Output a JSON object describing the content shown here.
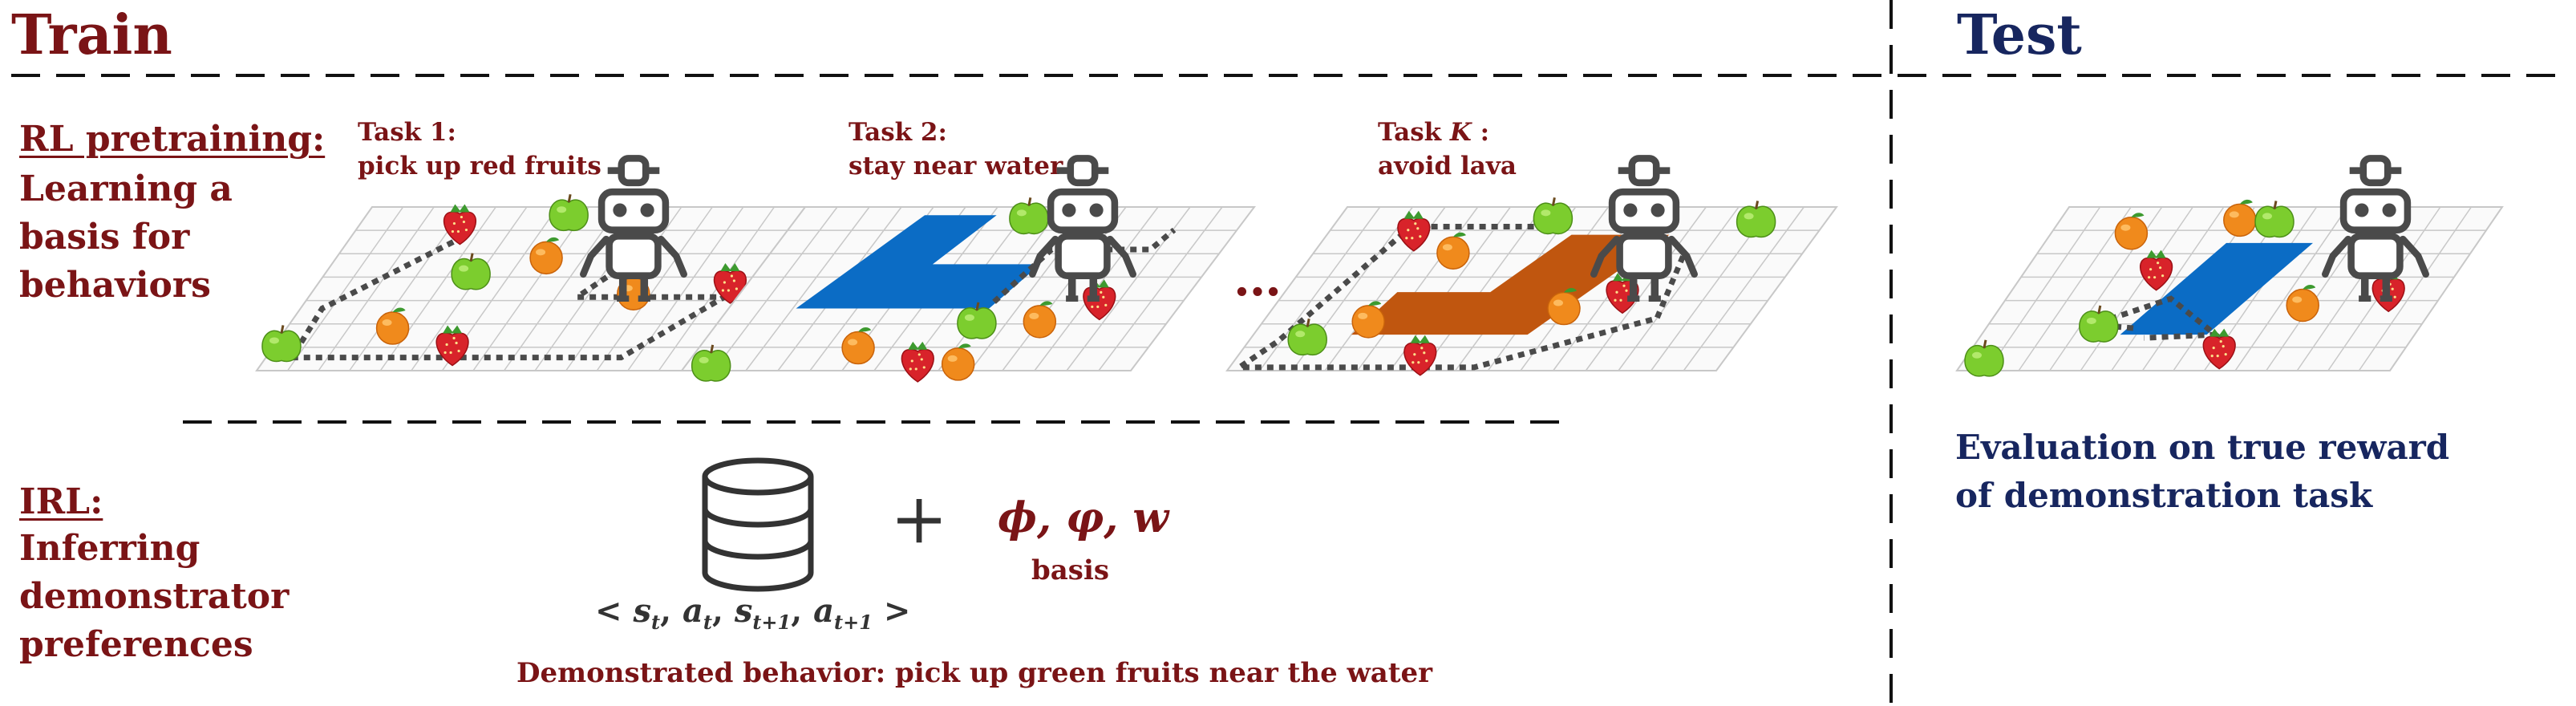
{
  "train_label": "Train",
  "test_label": "Test",
  "rl": {
    "heading": "RL pretraining:",
    "lines": [
      "Learning a",
      "basis for",
      "behaviors"
    ]
  },
  "irl": {
    "heading": "IRL:",
    "lines": [
      "Inferring",
      "demonstrator",
      "preferences"
    ]
  },
  "tasks": [
    {
      "name": "Task 1:",
      "description": "pick up red fruits",
      "region": "none"
    },
    {
      "name": "Task 2:",
      "description": "stay near water",
      "region": "water"
    },
    {
      "name_prefix": "Task",
      "name_symbol": "K",
      "name_suffix": " :",
      "description": "avoid lava",
      "region": "lava"
    }
  ],
  "ellipsis": "…",
  "dataset": {
    "icon": "database-icon",
    "tuple_open": "<",
    "tuple_terms": [
      {
        "base": "s",
        "sub": "t"
      },
      {
        "base": "a",
        "sub": "t"
      },
      {
        "base": "s",
        "sub": "t+1"
      },
      {
        "base": "a",
        "sub": "t+1"
      }
    ],
    "tuple_close": ">"
  },
  "plus": "+",
  "basis": {
    "symbols": "ϕ, φ, w",
    "label": "basis"
  },
  "demonstrated": "Demonstrated behavior: pick up green fruits near the water",
  "evaluation": [
    "Evaluation on true reward",
    "of demonstration task"
  ],
  "colors": {
    "maroon": "#7a1416",
    "navy": "#17265f",
    "water": "#0b6cc5",
    "lava": "#c0560f",
    "grid": "#c8c8c8",
    "robot": "#4a4a4a",
    "path": "#4a4a4a"
  },
  "icons": [
    "robot-icon",
    "red-strawberry-icon",
    "green-apple-icon",
    "orange-fruit-icon",
    "database-icon",
    "plus-icon"
  ]
}
